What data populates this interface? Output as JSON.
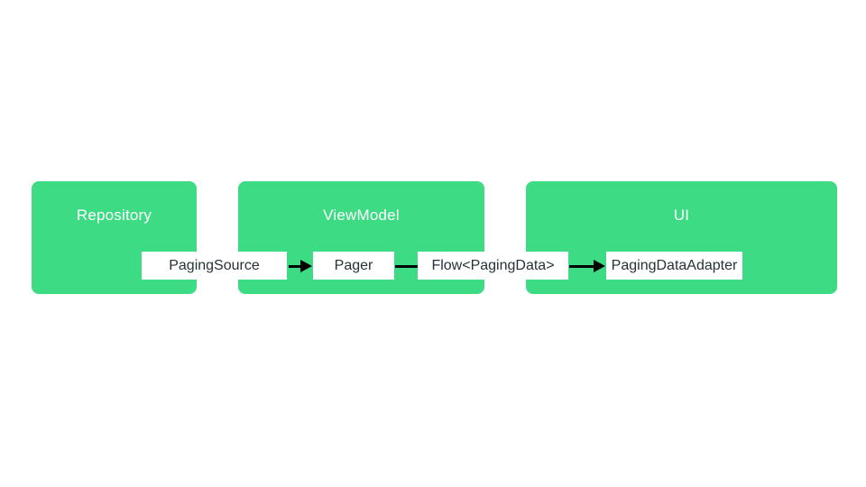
{
  "diagram": {
    "colors": {
      "container_fill": "#3ddc84",
      "container_text": "#ffffff",
      "node_fill": "#ffffff",
      "node_text": "#263238",
      "connector": "#000000",
      "background": "#ffffff"
    },
    "containers": [
      {
        "id": "repository",
        "label": "Repository"
      },
      {
        "id": "viewmodel",
        "label": "ViewModel"
      },
      {
        "id": "ui",
        "label": "UI"
      }
    ],
    "nodes": [
      {
        "id": "paging-source",
        "label": "PagingSource",
        "container": "Repository"
      },
      {
        "id": "pager",
        "label": "Pager",
        "container": "ViewModel"
      },
      {
        "id": "flow-paging-data",
        "label": "Flow<PagingData>",
        "container": "ViewModel"
      },
      {
        "id": "paging-data-adapter",
        "label": "PagingDataAdapter",
        "container": "UI"
      }
    ],
    "connections": [
      {
        "from": "PagingSource",
        "to": "Pager",
        "style": "arrow"
      },
      {
        "from": "Pager",
        "to": "Flow<PagingData>",
        "style": "line"
      },
      {
        "from": "Flow<PagingData>",
        "to": "PagingDataAdapter",
        "style": "arrow"
      }
    ]
  }
}
